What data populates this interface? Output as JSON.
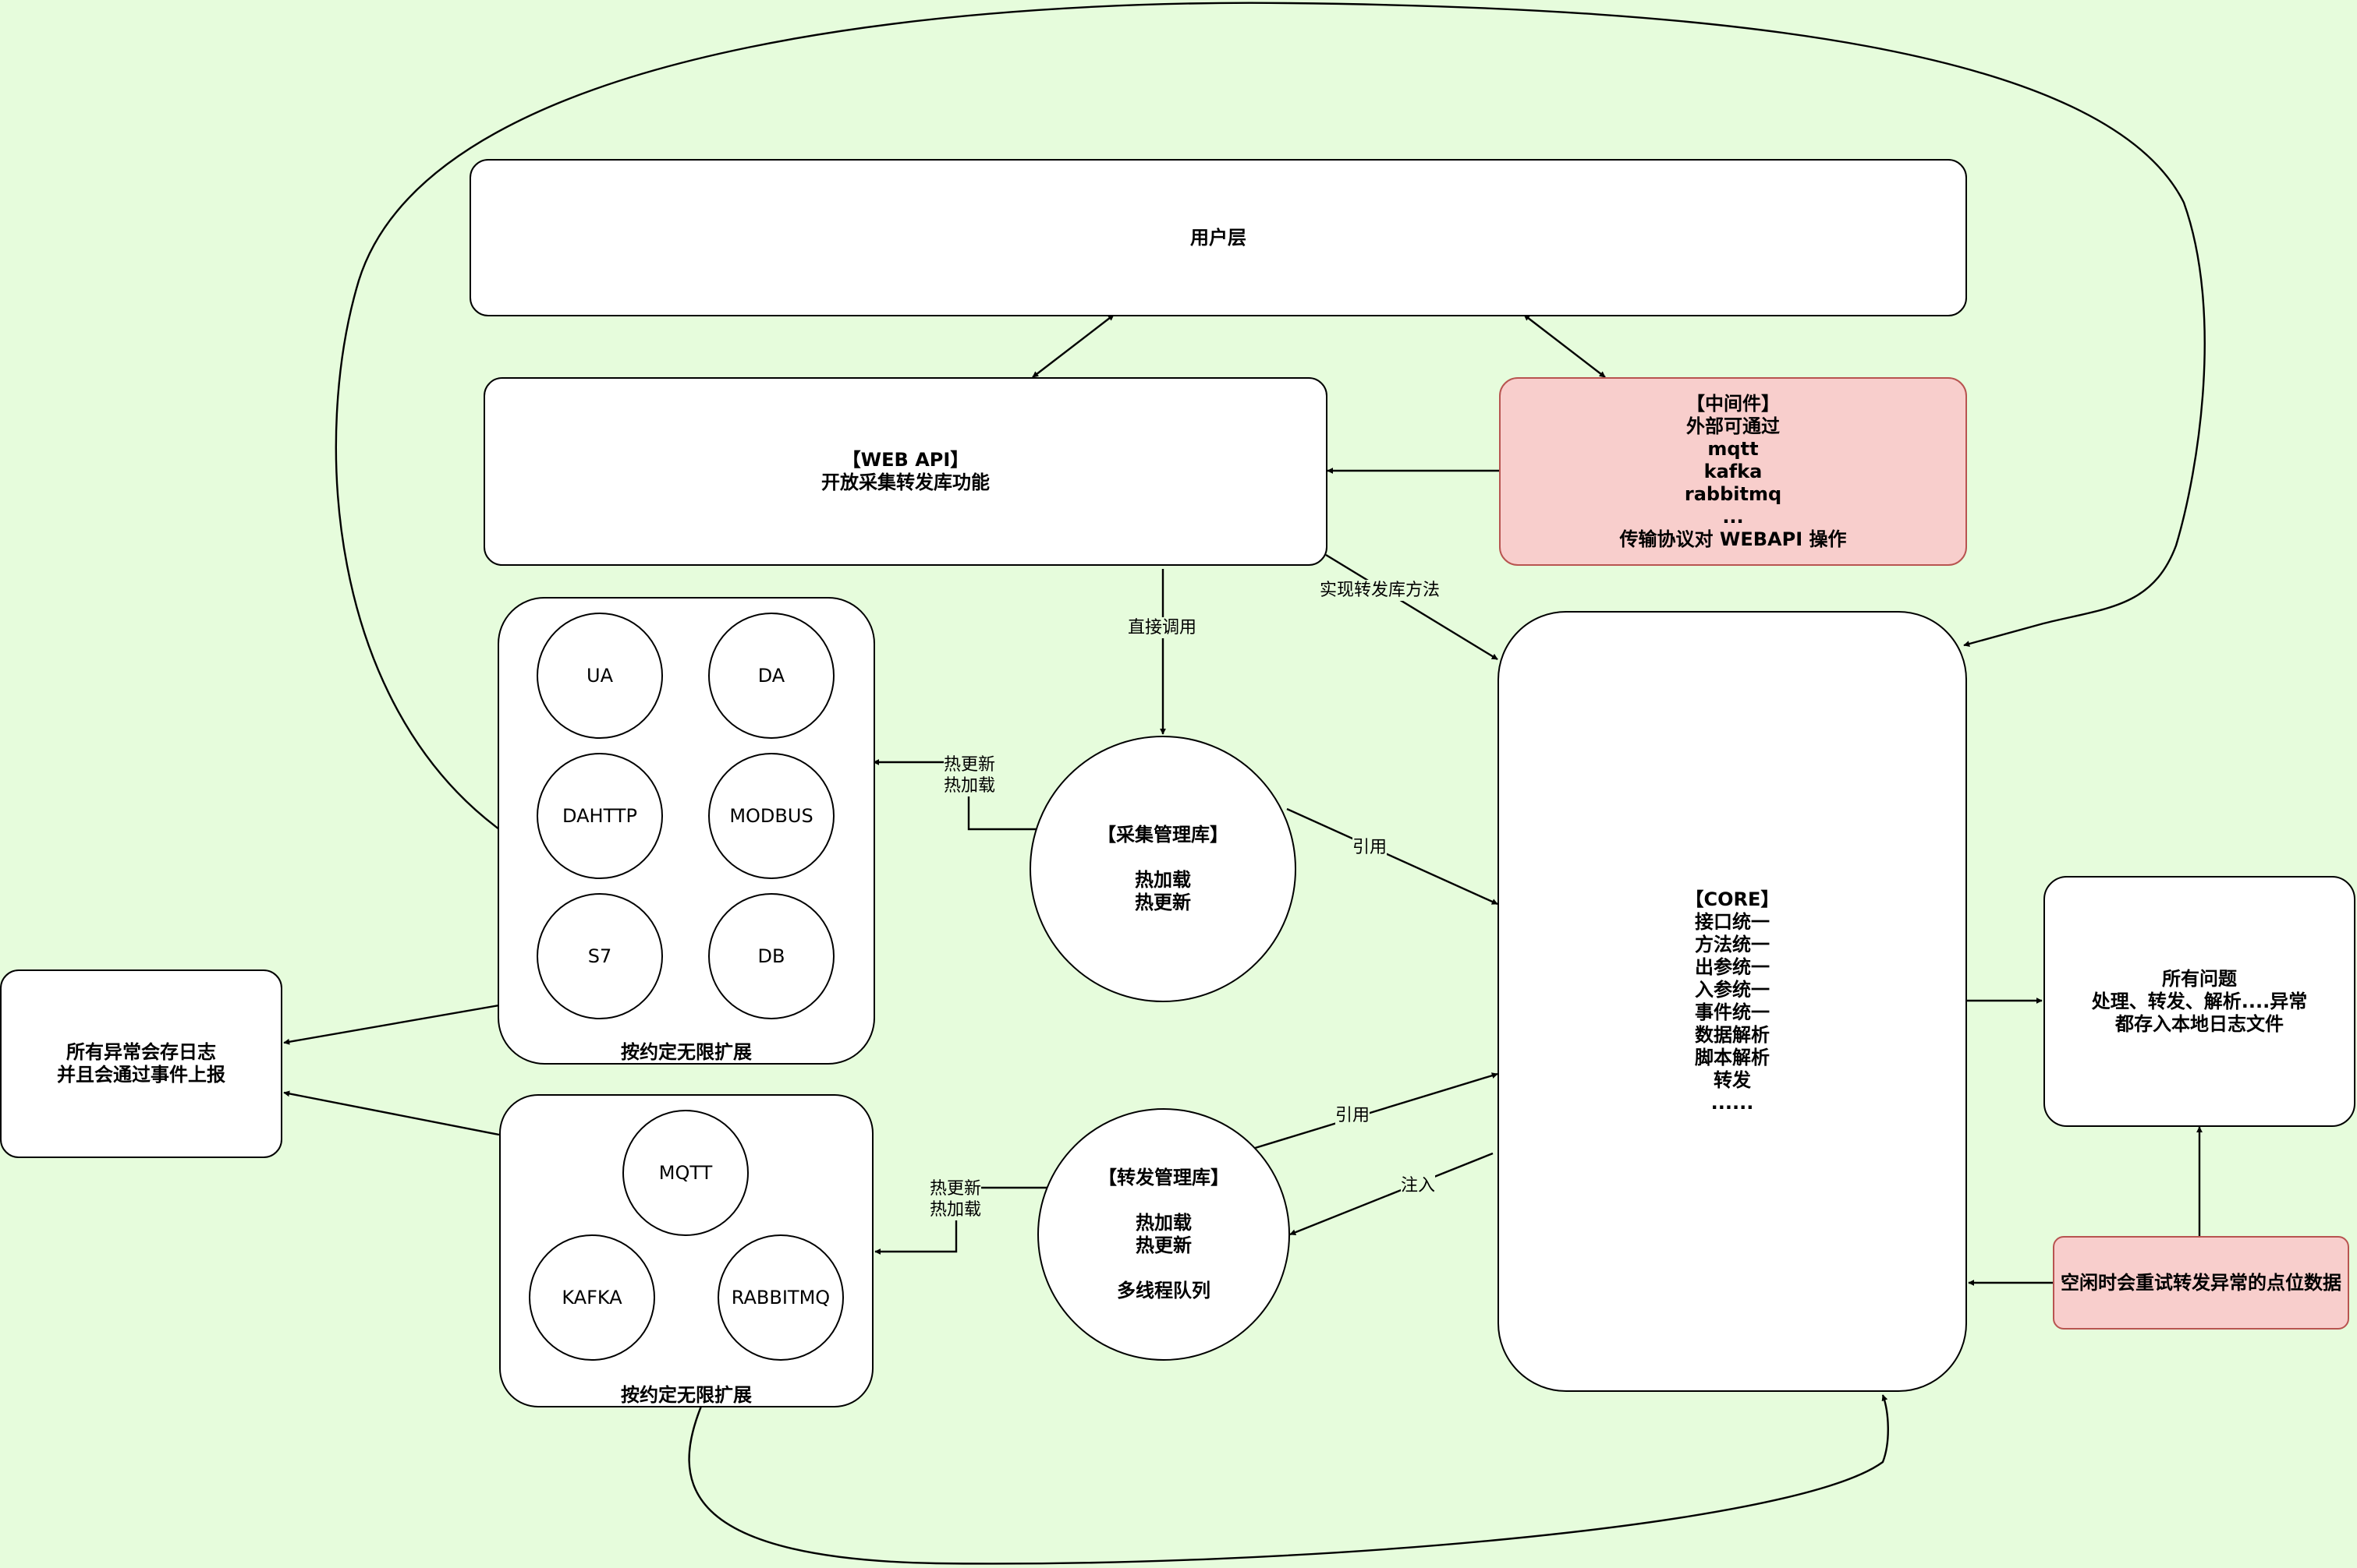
{
  "nodes": {
    "user_layer": "用户层",
    "web_api": "【WEB API】\n开放采集转发库功能",
    "middleware": "【中间件】\n外部可通过\nmqtt\nkafka\nrabbitmq\n...\n传输协议对 WEBAPI 操作",
    "core": "【CORE】\n接口统一\n方法统一\n出参统一\n入参统一\n事件统一\n数据解析\n脚本解析\n转发\n......",
    "collect_manager": "【采集管理库】\n\n热加载\n热更新",
    "forward_manager": "【转发管理库】\n\n热加载\n热更新\n\n多线程队列",
    "log_box": "所有异常会存日志\n并且会通过事件上报",
    "problems_box": "所有问题\n处理、转发、解析....异常\n都存入本地日志文件",
    "retry_box": "空闲时会重试转发异常的点位数据"
  },
  "collect_group": {
    "caption": "按约定无限扩展",
    "items": [
      "UA",
      "DA",
      "DAHTTP",
      "MODBUS",
      "S7",
      "DB"
    ]
  },
  "forward_group": {
    "caption": "按约定无限扩展",
    "items": [
      "MQTT",
      "KAFKA",
      "RABBITMQ"
    ]
  },
  "edge_labels": {
    "direct_call": "直接调用",
    "implement_forward": "实现转发库方法",
    "reference_collect": "引用",
    "reference_forward": "引用",
    "inject": "注入",
    "hot_collect": "热更新\n热加载",
    "hot_forward": "热更新\n热加载"
  }
}
